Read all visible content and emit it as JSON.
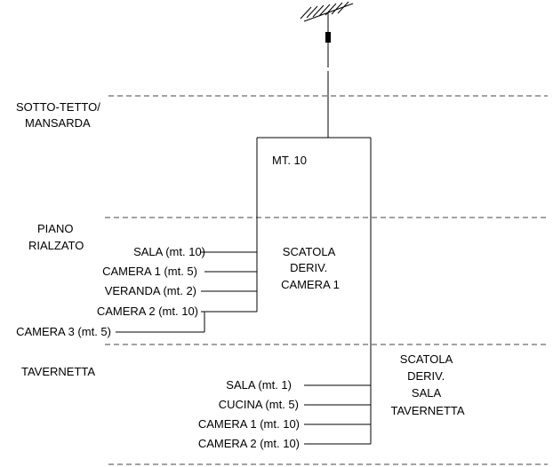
{
  "floors": {
    "attic": [
      "SOTTO-TETTO/",
      "MANSARDA"
    ],
    "raised": [
      "PIANO",
      "RIALZATO"
    ],
    "tavern": "TAVERNETTA"
  },
  "cable_label": "MT. 10",
  "box1": [
    "SCATOLA",
    "DERIV.",
    "CAMERA 1"
  ],
  "box2": [
    "SCATOLA",
    "DERIV.",
    "SALA",
    "TAVERNETTA"
  ],
  "raised_outlets": [
    "SALA (mt. 10)",
    "CAMERA 1 (mt. 5)",
    "VERANDA (mt. 2)",
    "CAMERA 2 (mt. 10)",
    "CAMERA 3 (mt. 5)"
  ],
  "tavern_outlets": [
    "SALA (mt. 1)",
    "CUCINA (mt. 5)",
    "CAMERA 1 (mt. 10)",
    "CAMERA 2 (mt. 10)"
  ]
}
